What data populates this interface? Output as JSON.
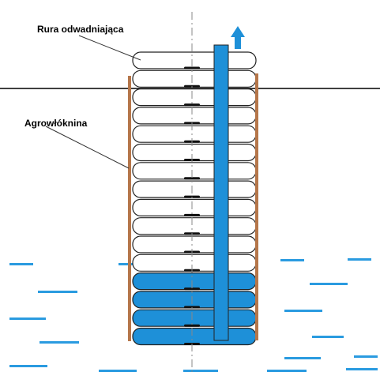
{
  "labels": {
    "pipe": "Rura odwadniająca",
    "geotextile": "Agrowłóknina"
  },
  "colors": {
    "water": "#1e90d8",
    "water_dash": "#2a9be0",
    "geotextile": "#b5764a",
    "ring_outline": "#222222",
    "ring_fill_dry": "#ffffff",
    "ground_line": "#000000",
    "riser": "#1e90d8",
    "arrow": "#1e90d8",
    "axis": "#888888"
  },
  "diagram": {
    "rings_total": 16,
    "rings_submerged": 4,
    "flow_direction": "up"
  }
}
